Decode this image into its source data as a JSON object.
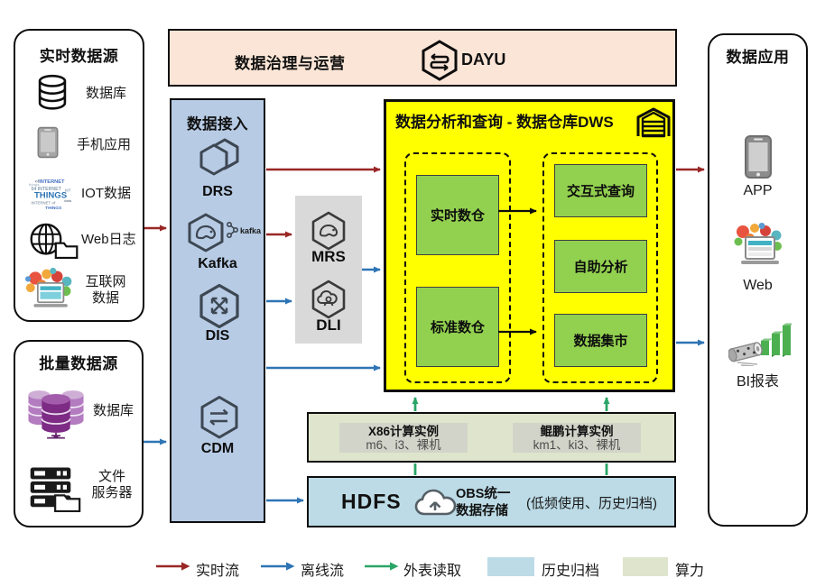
{
  "realtime_sources": {
    "title": "实时数据源",
    "items": [
      {
        "icon": "database-icon",
        "label": "数据库"
      },
      {
        "icon": "phone-icon",
        "label": "手机应用"
      },
      {
        "icon": "iot-icon",
        "label": "IOT数据"
      },
      {
        "icon": "weblog-icon",
        "label": "Web日志"
      },
      {
        "icon": "internet-icon",
        "label": "互联网\n数据"
      }
    ]
  },
  "batch_sources": {
    "title": "批量数据源",
    "items": [
      {
        "icon": "database-stack-icon",
        "label": "数据库"
      },
      {
        "icon": "file-server-icon",
        "label": "文件\n服务器"
      }
    ]
  },
  "governance": {
    "title": "数据治理与运营",
    "logo_text": "DAYU"
  },
  "data_access": {
    "title": "数据接入",
    "items": [
      {
        "name": "DRS"
      },
      {
        "name": "Kafka",
        "badge": "kafka"
      },
      {
        "name": "DIS"
      },
      {
        "name": "CDM"
      }
    ]
  },
  "processing": {
    "items": [
      {
        "name": "MRS"
      },
      {
        "name": "DLI"
      }
    ]
  },
  "dws": {
    "title": "数据分析和查询 - 数据仓库DWS",
    "left_group": [
      {
        "label": "实时数仓"
      },
      {
        "label": "标准数仓"
      }
    ],
    "right_group": [
      {
        "label": "交互式查询"
      },
      {
        "label": "自助分析"
      },
      {
        "label": "数据集市"
      }
    ]
  },
  "apps": {
    "title": "数据应用",
    "items": [
      {
        "icon": "app-phone-icon",
        "label": "APP"
      },
      {
        "icon": "web-icon",
        "label": "Web"
      },
      {
        "icon": "bi-report-icon",
        "label": "BI报表"
      }
    ]
  },
  "compute": {
    "groups": [
      {
        "title": "X86计算实例",
        "subtitle": "m6、i3、裸机"
      },
      {
        "title": "鲲鹏计算实例",
        "subtitle": "km1、ki3、裸机"
      }
    ]
  },
  "storage": {
    "name": "HDFS",
    "obs_label": "OBS统一\n数据存储",
    "note": "(低频使用、历史归档)"
  },
  "legend": {
    "items": [
      {
        "type": "arrow",
        "color": "#992725",
        "label": "实时流"
      },
      {
        "type": "arrow",
        "color": "#2e74b5",
        "label": "离线流"
      },
      {
        "type": "arrow",
        "color": "#2aa567",
        "label": "外表读取"
      },
      {
        "type": "swatch",
        "color": "#bcdbe6",
        "label": "历史归档"
      },
      {
        "type": "swatch",
        "color": "#dfe5cc",
        "label": "算力"
      }
    ]
  },
  "colors": {
    "banner": "#fbe5d6",
    "access_column": "#b7cbe5",
    "processing_box": "#d9d9d9",
    "dws_box": "#ffff00",
    "green_box": "#92d04f",
    "compute_box": "#dfe5cc",
    "hdfs_box": "#bcdbe6",
    "realtime_flow": "#992725",
    "offline_flow": "#2e74b5",
    "external_read": "#2aa567"
  }
}
